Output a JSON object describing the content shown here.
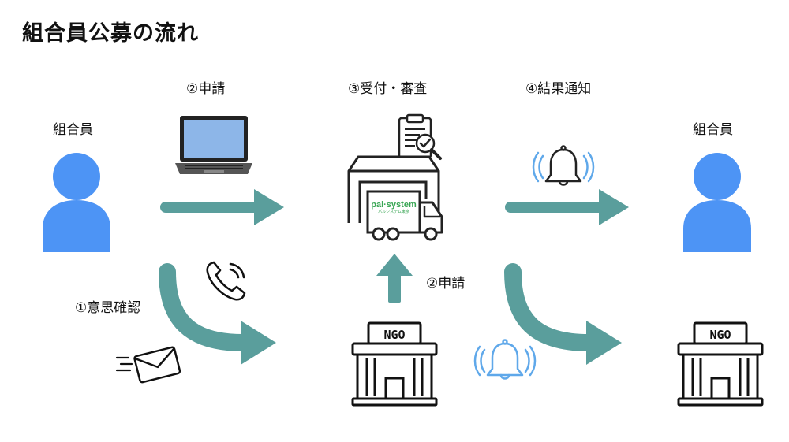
{
  "title": "組合員公募の流れ",
  "labels": {
    "member_left": "組合員",
    "member_right": "組合員",
    "step1": "①意思確認",
    "step2_top": "②申請",
    "step2_mid": "②申請",
    "step3": "③受付・審査",
    "step4": "④結果通知"
  },
  "truck_logo": {
    "brand": "pal·system",
    "sub": "パルシステム東京"
  },
  "ngo_sign": "NGO",
  "colors": {
    "arrow": "#5a9e9c",
    "person": "#4d94f5",
    "bell": "#5fa8ea",
    "laptop_screen": "#8db6e8",
    "logo_green": "#3aa655"
  }
}
